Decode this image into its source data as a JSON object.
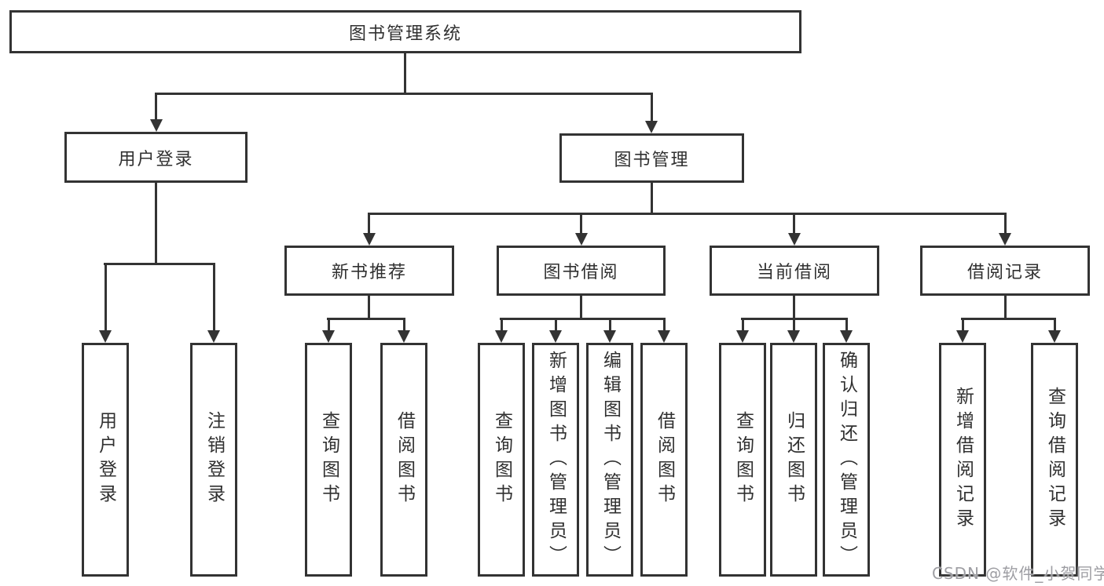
{
  "colors": {
    "background": "#ffffff",
    "line": "#333333",
    "box_border": "#333333",
    "box_text": "#303030",
    "watermark_text": "#9e9ea3"
  },
  "nodes": {
    "root": "图书管理系统",
    "user_login": "用户登录",
    "book_mgmt": "图书管理",
    "new_book_rec": "新书推荐",
    "book_borrow": "图书借阅",
    "current_borrow": "当前借阅",
    "borrow_records": "借阅记录",
    "leaf_user_login": "用户登录",
    "leaf_logout": "注销登录",
    "leaf_nbr_query_book": "查询图书",
    "leaf_nbr_borrow_book": "借阅图书",
    "leaf_bb_query_book": "查询图书",
    "leaf_bb_add_book": "新增图书（管理员）",
    "leaf_bb_edit_book": "编辑图书（管理员）",
    "leaf_bb_borrow_book": "借阅图书",
    "leaf_cb_query_book": "查询图书",
    "leaf_cb_return_book": "归还图书",
    "leaf_cb_confirm_return": "确认归还（管理员）",
    "leaf_br_add_record": "新增借阅记录",
    "leaf_br_query_record": "查询借阅记录"
  },
  "hierarchy": {
    "图书管理系统": {
      "用户登录": [
        "用户登录",
        "注销登录"
      ],
      "图书管理": {
        "新书推荐": [
          "查询图书",
          "借阅图书"
        ],
        "图书借阅": [
          "查询图书",
          "新增图书（管理员）",
          "编辑图书（管理员）",
          "借阅图书"
        ],
        "当前借阅": [
          "查询图书",
          "归还图书",
          "确认归还（管理员）"
        ],
        "借阅记录": [
          "新增借阅记录",
          "查询借阅记录"
        ]
      }
    }
  },
  "watermark": "CSDN @软件_小贺同学"
}
